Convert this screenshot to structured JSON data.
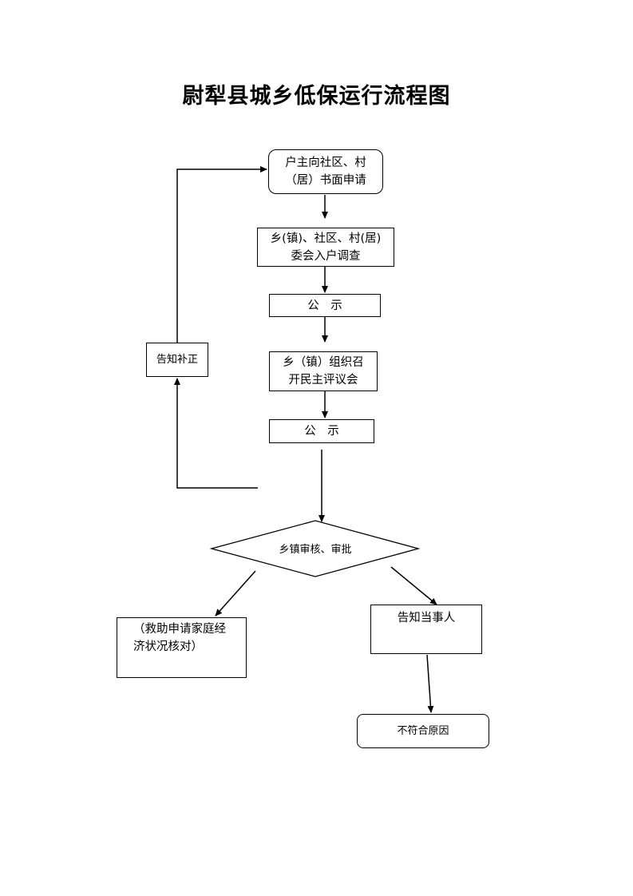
{
  "title": "尉犁县城乡低保运行流程图",
  "nodes": {
    "apply": "户主向社区、村\n（居）书面申请",
    "investigate": "乡(镇)、社区、村(居)\n委会入户调查",
    "publicize1": "公　示",
    "democratic_review": "乡（镇）组织召\n开民主评议会",
    "publicize2": "公　示",
    "township_review": "乡镇审核、审批",
    "correction": "告知补正",
    "verification": "（救助申请家庭经\n济状况核对）",
    "notify_party": "告知当事人",
    "reason": "不符合原因"
  }
}
